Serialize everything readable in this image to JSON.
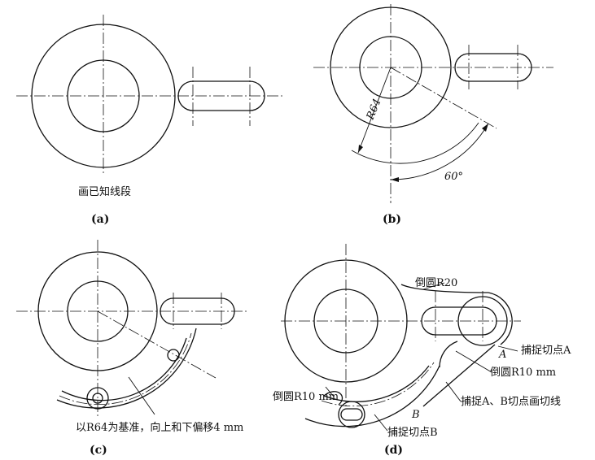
{
  "panels": {
    "a": {
      "caption": "(a)",
      "note": "画已知线段"
    },
    "b": {
      "caption": "(b)",
      "radius_label": "R64",
      "angle_label": "60°"
    },
    "c": {
      "caption": "(c)",
      "note": "以R64为基准，向上和下偏移4 mm"
    },
    "d": {
      "caption": "(d)",
      "fillet_r20": "倒圆R20",
      "tangent_a": "捕捉切点A",
      "fillet_r10_right": "倒圆R10 mm",
      "tangent_line": "捕捉A、B切点画切线",
      "fillet_r10_left": "倒圆R10 mm",
      "tangent_b": "捕捉切点B",
      "point_a": "A",
      "point_b": "B"
    }
  }
}
